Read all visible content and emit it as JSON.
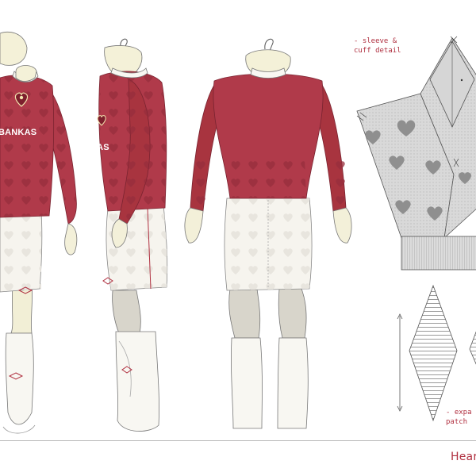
{
  "annotations": {
    "sleeve_note": "- sleeve &\ncuff detail",
    "patch_note": "- expa\npatch"
  },
  "sponsor": {
    "front": "BANKAS",
    "side": "KAS"
  },
  "footer": {
    "brand": "Hear"
  },
  "colors": {
    "shirt": "#b03a4a",
    "shirt_dark": "#8e2a38",
    "heart_pattern": "#9c2f3e",
    "shorts": "#f6f4ee",
    "socks": "#f7f6f1",
    "mannequin": "#f4f1d8",
    "patch_grey": "#cfcfcf",
    "accent_text": "#b03040"
  },
  "icons": [
    "hanger-icon",
    "crest-icon",
    "kit-maker-logo-icon",
    "heart-pattern-icon",
    "expand-arrow-icon"
  ]
}
